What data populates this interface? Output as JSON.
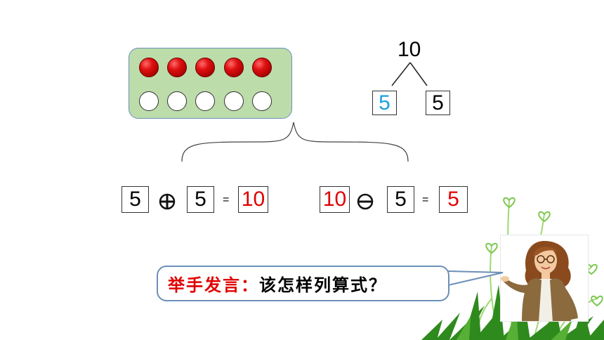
{
  "ten_frame": {
    "filled_count": 5,
    "empty_count": 5,
    "filled_color": "#d80000",
    "empty_color": "#ffffff"
  },
  "number_bond": {
    "whole": "10",
    "part_left": "5",
    "part_right": "5",
    "part_left_color": "#1aa0e0"
  },
  "addition": {
    "a": "5",
    "operator": "+",
    "b": "5",
    "equals": "=",
    "result": "10",
    "result_color": "#e00000"
  },
  "subtraction": {
    "a": "10",
    "operator": "−",
    "b": "5",
    "equals": "=",
    "result": "5",
    "highlight_color": "#e00000"
  },
  "prompt": {
    "label": "举手发言：",
    "question": "该怎样列算式？",
    "label_color": "#e00000",
    "question_color": "#000000"
  },
  "icons": [
    "teacher-illustration",
    "grass-hearts-decoration",
    "plus-circle-icon",
    "minus-circle-icon"
  ]
}
